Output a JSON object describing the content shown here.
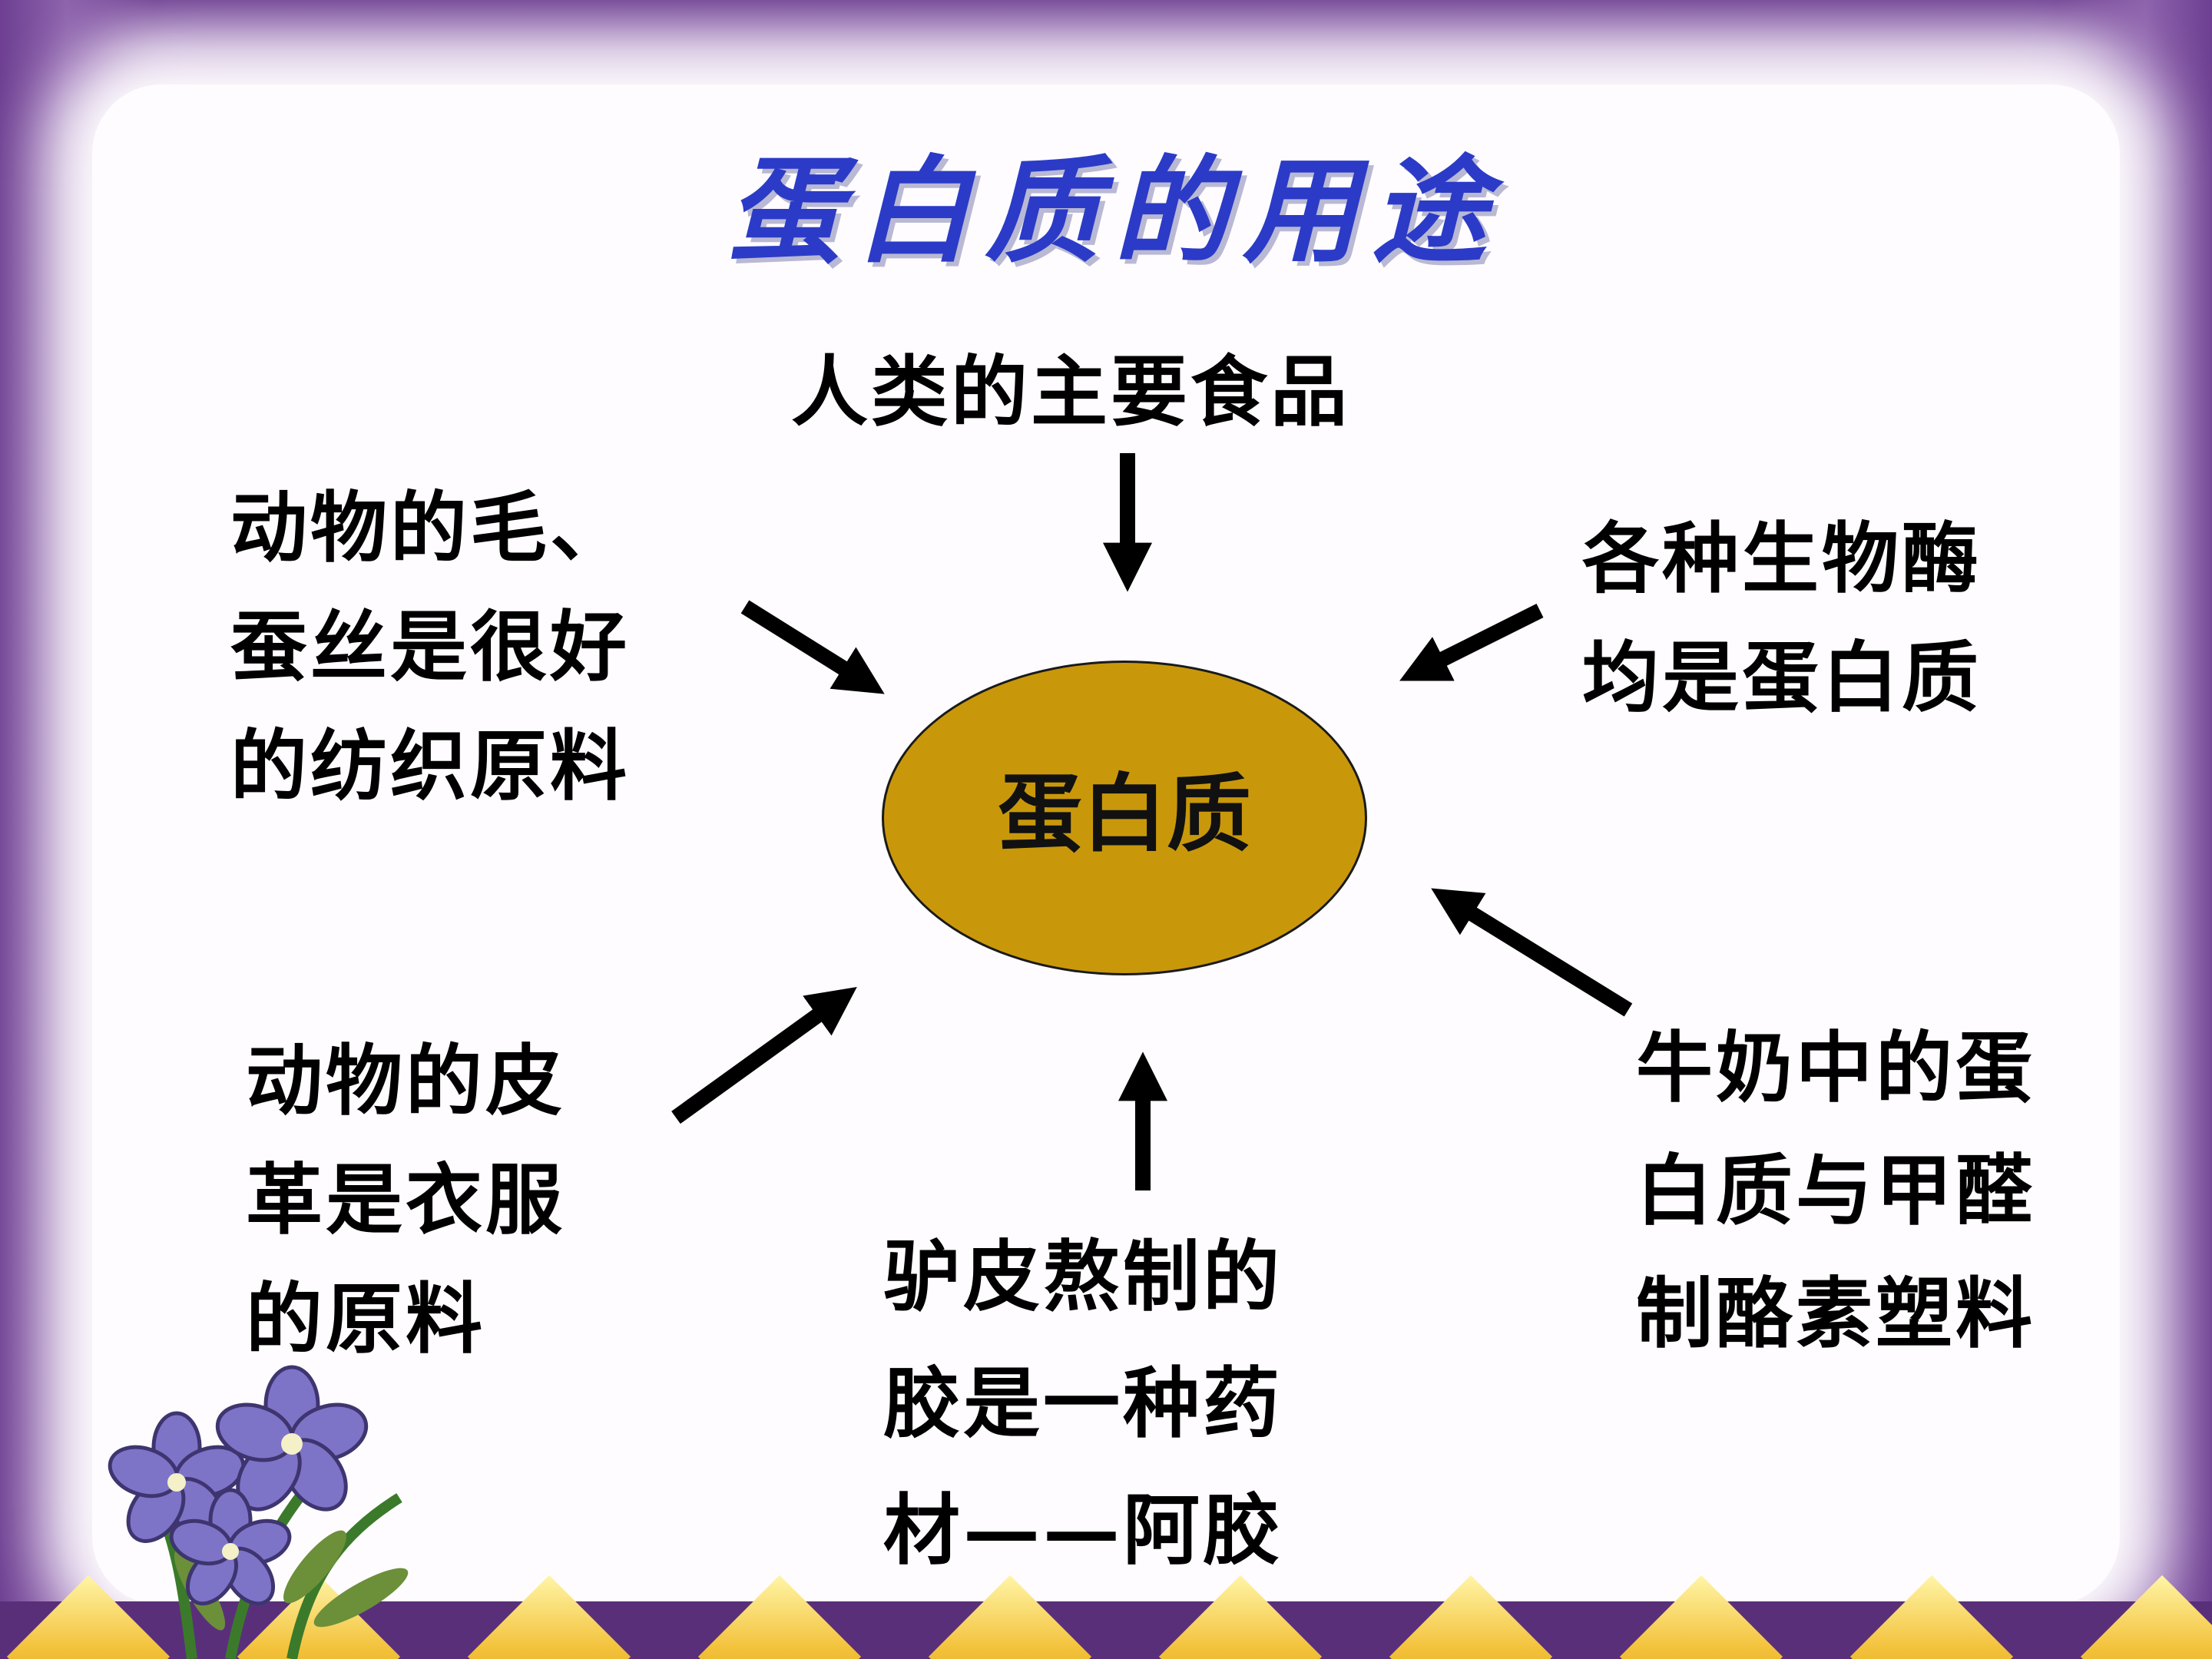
{
  "title": "蛋白质的用途",
  "center": {
    "label": "蛋白质",
    "fill": "#c9980a"
  },
  "nodes": {
    "top": "人类的主要食品",
    "top_left": "动物的毛、\n蚕丝是很好\n的纺织原料",
    "top_right": "各种生物酶\n均是蛋白质",
    "bottom_left": "动物的皮\n革是衣服\n的原料",
    "bottom": "驴皮熬制的\n胶是一种药\n材——阿胶",
    "bottom_right": "牛奶中的蛋\n白质与甲醛\n制酪素塑料"
  },
  "colors": {
    "title": "#2b3bc7",
    "frame": "#7a4a9c",
    "arrow": "#000000"
  },
  "decor": {
    "corner_image": "purple-flowers-icon",
    "border_pattern": "gold-diamond-border"
  }
}
